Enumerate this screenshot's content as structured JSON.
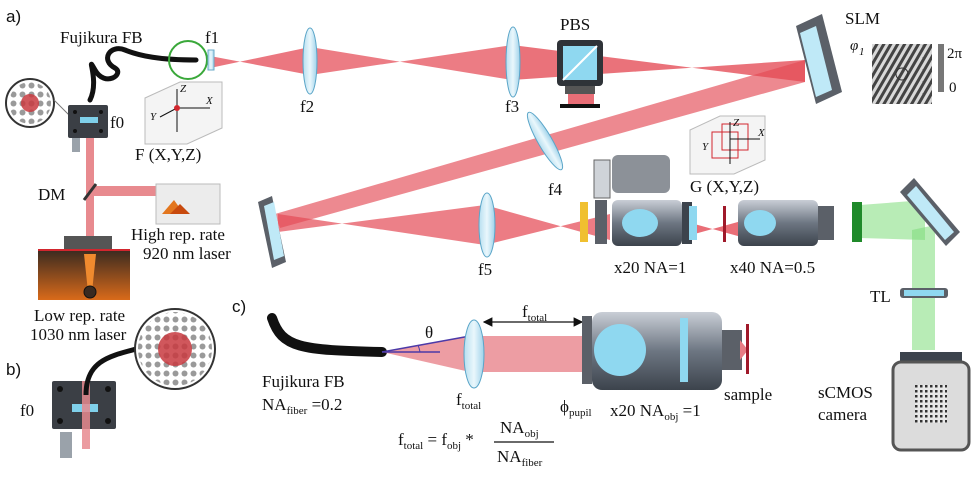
{
  "panels": {
    "a": "a)",
    "b": "b)",
    "c": "c)"
  },
  "fiber": {
    "name": "Fujikura FB",
    "tip_lens": "f0"
  },
  "lenses": {
    "f1": "f1",
    "f2": "f2",
    "f3": "f3",
    "f4": "f4",
    "f5": "f5"
  },
  "pbs": "PBS",
  "slm": {
    "name": "SLM",
    "phase_symbol": "φ",
    "phase_sub": "1",
    "scale_max": "2π",
    "scale_min": "0"
  },
  "stage_f": "F (X,Y,Z)",
  "stage_g": "G (X,Y,Z)",
  "axes": {
    "x": "X",
    "y": "Y",
    "z": "Z"
  },
  "dm": "DM",
  "laser_high": {
    "line1": "High rep. rate",
    "line2": "920 nm laser"
  },
  "laser_low": {
    "line1": "Low rep. rate",
    "line2": "1030 nm laser"
  },
  "objectives": {
    "obj1": "x20 NA=1",
    "obj2": "x40 NA=0.5"
  },
  "tl": "TL",
  "camera": {
    "line1": "sCMOS",
    "line2": "camera"
  },
  "panel_c": {
    "theta": "θ",
    "f_total_top": "f",
    "f_total_top_sub": "total",
    "f_total_lens": "f",
    "f_total_lens_sub": "total",
    "fiber_name": "Fujikura FB",
    "na_fiber": "NA",
    "na_fiber_sub": "fiber",
    "na_fiber_val": " =0.2",
    "pupil": "ϕ",
    "pupil_sub": "pupil",
    "obj": "x20 NA",
    "obj_sub": "obj",
    "obj_val": " =1",
    "sample": "sample",
    "eq_lhs": "f",
    "eq_lhs_sub": "total",
    "eq_eq": " = f",
    "eq_obj_sub": "obj",
    "eq_times": " * ",
    "eq_num": "NA",
    "eq_num_sub": "obj",
    "eq_den": "NA",
    "eq_den_sub": "fiber"
  }
}
